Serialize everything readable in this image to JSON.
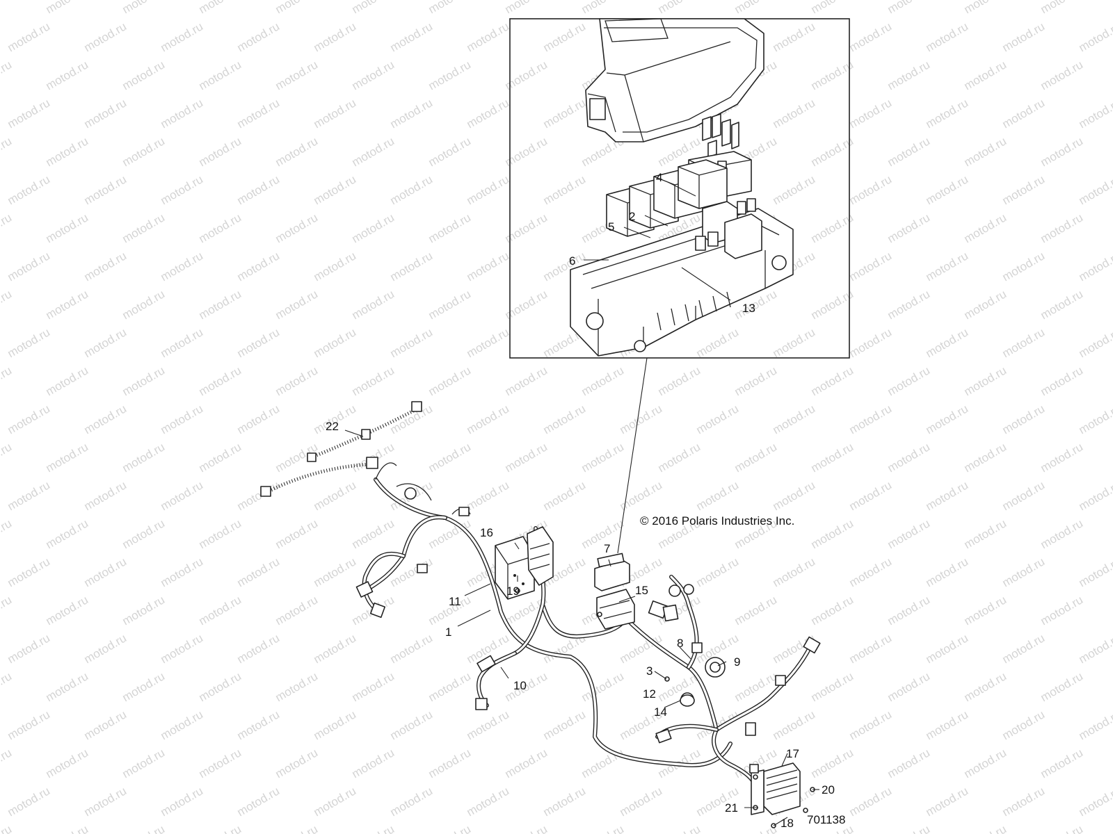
{
  "copyright": "© 2016 Polaris Industries Inc.",
  "diagram_number": "701138",
  "watermark_text": "motod.ru",
  "callouts": {
    "c1": "1",
    "c2": "2",
    "c3": "3",
    "c4": "4",
    "c5": "5",
    "c6": "6",
    "c7": "7",
    "c8": "8",
    "c9": "9",
    "c10": "10",
    "c11": "11",
    "c12": "12",
    "c13": "13",
    "c14": "14",
    "c15": "15",
    "c16": "16",
    "c17": "17",
    "c18": "18",
    "c19": "19",
    "c20": "20",
    "c21": "21",
    "c22": "22"
  },
  "colors": {
    "line": "#222222",
    "watermark": "#d4d4d4",
    "background": "#ffffff"
  }
}
